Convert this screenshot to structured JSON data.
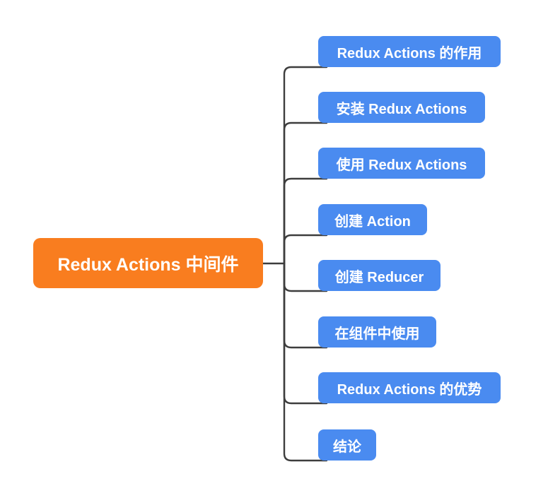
{
  "diagram": {
    "type": "mindmap",
    "background_color": "#FFFFFF",
    "connector_color": "#3D3D3D",
    "root": {
      "label": "Redux Actions 中间件",
      "fill_color": "#F97D1F",
      "text_color": "#FFFFFF"
    },
    "children": [
      {
        "label": "Redux Actions 的作用"
      },
      {
        "label": "安装 Redux Actions"
      },
      {
        "label": "使用 Redux Actions"
      },
      {
        "label": "创建 Action"
      },
      {
        "label": "创建 Reducer"
      },
      {
        "label": "在组件中使用"
      },
      {
        "label": "Redux Actions 的优势"
      },
      {
        "label": "结论"
      }
    ],
    "child_fill_color": "#4A8BF0",
    "child_text_color": "#FFFFFF"
  }
}
